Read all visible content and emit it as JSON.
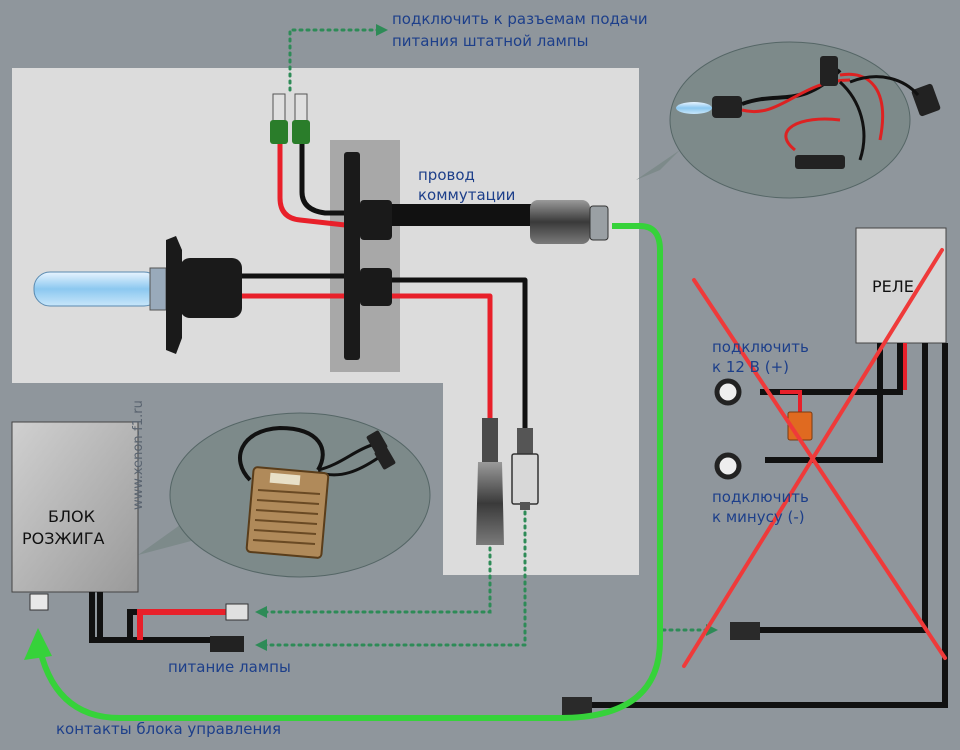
{
  "colors": {
    "background": "#8f969c",
    "panel": "#dcdcdc",
    "wire_red": "#e8202a",
    "wire_black": "#111111",
    "dotted_green": "#2e8b57",
    "power_green": "#36d23a",
    "cross_red": "#ef3a3a",
    "label_blue": "#1d3f8a",
    "bubble": "#7d8a8a"
  },
  "labels": {
    "connect_lamp_sockets_line1": "подключить к разъемам подачи",
    "connect_lamp_sockets_line2": "питания штатной лампы",
    "switch_wire_line1": "провод",
    "switch_wire_line2": "коммутации",
    "relay": "РЕЛЕ",
    "connect_12v_line1": "подключить",
    "connect_12v_line2": "к 12 В (+)",
    "connect_minus_line1": "подключить",
    "connect_minus_line2": "к минусу (-)",
    "ignition_unit_line1": "БЛОК",
    "ignition_unit_line2": "РОЗЖИГА",
    "lamp_power": "питание лампы",
    "control_unit_contacts": "контакты блока управления",
    "watermark": "www.xenon-f1.ru"
  },
  "icons": {
    "xenon_bulb": "xenon-bulb-icon",
    "ballast_photo": "ballast-icon",
    "harness_photo": "wiring-harness-icon",
    "relay_crossed": "cross-mark-icon"
  }
}
